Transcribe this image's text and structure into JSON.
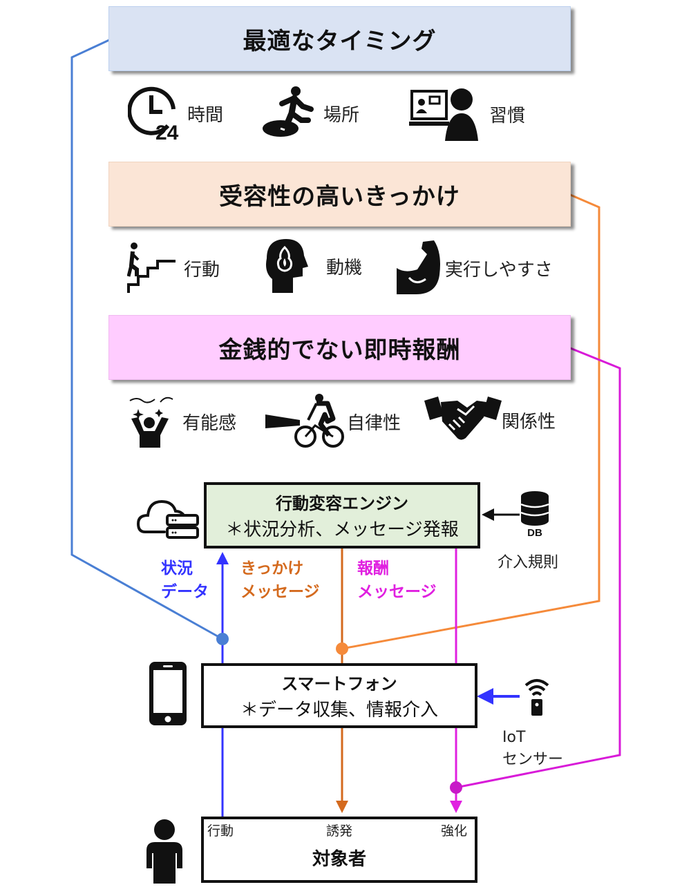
{
  "banners": {
    "timing": {
      "label": "最適なタイミング",
      "color": "#dae3f3"
    },
    "trigger": {
      "label": "受容性の高いきっかけ",
      "color": "#fbe5d6"
    },
    "reward": {
      "label": "金銭的でない即時報酬",
      "color": "#ffccff"
    }
  },
  "timing_factors": [
    {
      "icon": "clock-24-icon",
      "label": "時間"
    },
    {
      "icon": "running-person-icon",
      "label": "場所"
    },
    {
      "icon": "video-call-person-icon",
      "label": "習慣"
    }
  ],
  "trigger_factors": [
    {
      "icon": "stairs-climber-icon",
      "label": "行動"
    },
    {
      "icon": "head-flame-icon",
      "label": "動機"
    },
    {
      "icon": "flexed-arm-icon",
      "label": "実行しやすさ"
    }
  ],
  "reward_factors": [
    {
      "icon": "celebrating-person-icon",
      "label": "有能感"
    },
    {
      "icon": "cyclist-icon",
      "label": "自律性"
    },
    {
      "icon": "handshake-icon",
      "label": "関係性"
    }
  ],
  "engine": {
    "title": "行動変容エンジン",
    "subtitle": "＊状況分析、メッセージ発報",
    "color": "#e2efda"
  },
  "cloud": {
    "icon": "cloud-server-icon"
  },
  "db": {
    "icon": "database-icon",
    "icon_text": "DB",
    "label": "介入規則"
  },
  "flows": {
    "status": {
      "line1": "状況",
      "line2": "データ",
      "color": "#3333ff"
    },
    "trigger": {
      "line1": "きっかけ",
      "line2": "メッセージ",
      "color": "#d46a1e"
    },
    "reward": {
      "line1": "報酬",
      "line2": "メッセージ",
      "color": "#e020e0"
    }
  },
  "smartphone": {
    "title": "スマートフォン",
    "subtitle": "＊データ収集、情報介入",
    "icon": "smartphone-icon"
  },
  "iot": {
    "line1": "IoT",
    "line2": "センサー",
    "icon": "iot-sensor-icon"
  },
  "target": {
    "title": "対象者",
    "icon": "person-icon",
    "ports": [
      "行動",
      "誘発",
      "強化"
    ]
  },
  "connector_colors": {
    "timing": "#4a7fd4",
    "trigger": "#f58a3a",
    "reward": "#d81ad8"
  }
}
